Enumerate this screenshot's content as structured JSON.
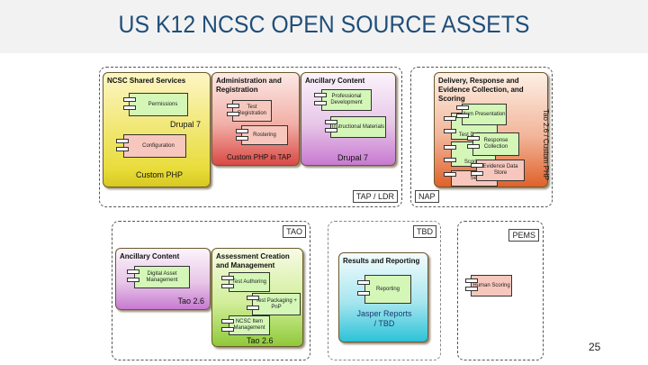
{
  "title": "US K12 NCSC OPEN SOURCE ASSETS",
  "page_number": "25",
  "groups": {
    "tap_ldr": {
      "tag": "TAP / LDR",
      "modules": {
        "shared": {
          "title": "NCSC Shared Services",
          "components": [
            "Permissions",
            "Configuration"
          ],
          "tech_1": "Drupal 7",
          "tech_2": "Custom PHP"
        },
        "admin": {
          "title_1": "Administration and",
          "title_2": "Registration",
          "components": [
            "Test Registration",
            "Rostering"
          ],
          "tech": "Custom PHP in TAP"
        },
        "ancillary": {
          "title": "Ancillary Content",
          "components": [
            "Professional Development",
            "Instructional Materials"
          ],
          "tech": "Drupal 7"
        }
      }
    },
    "nap": {
      "tag": "NAP",
      "module": {
        "title_1": "Delivery, Response and",
        "title_2": "Evidence Collection, and",
        "title_3": "Scoring",
        "components": [
          "Item Presentation",
          "Test Delivery",
          "Response Collection",
          "Scoring",
          "Evidence Data Store",
          "Sel"
        ],
        "tech": "Tao 2.6 / Custom PHP"
      }
    },
    "tao": {
      "tag": "TAO",
      "modules": {
        "ancillary": {
          "title": "Ancillary Content",
          "components": [
            "Digital Asset Management"
          ],
          "tech": "Tao 2.6"
        },
        "assessment": {
          "title_1": "Assessment Creation",
          "title_2": "and Management",
          "components": [
            "Test Authoring",
            "Test Packaging + PnP",
            "NCSC Item Management"
          ],
          "tech": "Tao 2.6"
        }
      }
    },
    "tbd": {
      "tag": "TBD",
      "module": {
        "title": "Results and Reporting",
        "components": [
          "Reporting"
        ],
        "tech_1": "Jasper Reports",
        "tech_2": "/ TBD"
      }
    },
    "pems": {
      "tag": "PEMS",
      "components": [
        "Human Scoring"
      ]
    }
  }
}
